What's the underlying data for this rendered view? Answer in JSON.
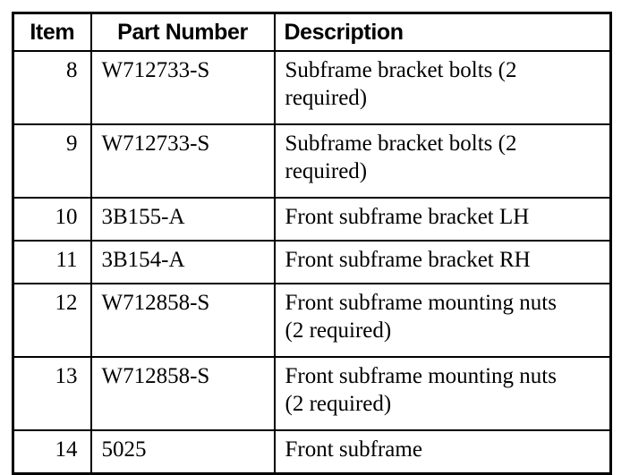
{
  "table": {
    "columns": [
      {
        "key": "item",
        "label": "Item"
      },
      {
        "key": "part",
        "label": "Part Number"
      },
      {
        "key": "description",
        "label": "Description"
      }
    ],
    "rows": [
      {
        "item": "8",
        "part": "W712733-S",
        "description": "Subframe bracket bolts (2 required)",
        "description_lines": [
          "Subframe bracket bolts (2",
          "required)"
        ]
      },
      {
        "item": "9",
        "part": "W712733-S",
        "description": "Subframe bracket bolts (2 required)",
        "description_lines": [
          "Subframe bracket bolts (2",
          "required)"
        ]
      },
      {
        "item": "10",
        "part": "3B155-A",
        "description": "Front subframe bracket LH",
        "description_lines": [
          "Front subframe bracket LH"
        ]
      },
      {
        "item": "11",
        "part": "3B154-A",
        "description": "Front subframe bracket RH",
        "description_lines": [
          "Front subframe bracket RH"
        ]
      },
      {
        "item": "12",
        "part": "W712858-S",
        "description": "Front subframe mounting nuts (2 required)",
        "description_lines": [
          "Front subframe mounting nuts",
          "(2 required)"
        ]
      },
      {
        "item": "13",
        "part": "W712858-S",
        "description": "Front subframe mounting nuts (2 required)",
        "description_lines": [
          "Front subframe mounting nuts",
          "(2 required)"
        ]
      },
      {
        "item": "14",
        "part": "5025",
        "description": "Front subframe",
        "description_lines": [
          "Front subframe"
        ]
      }
    ]
  },
  "colors": {
    "text": "#000000",
    "background": "#ffffff",
    "border": "#000000"
  }
}
